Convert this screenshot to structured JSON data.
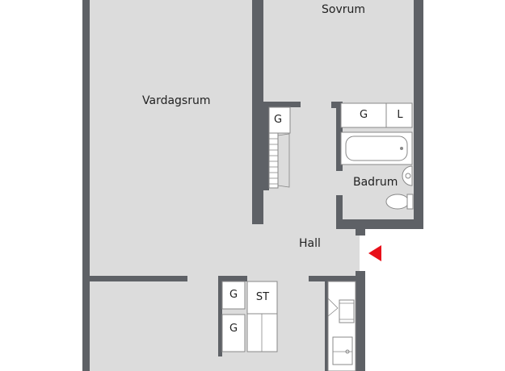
{
  "colors": {
    "floor": "#dcdcdc",
    "wall": "#5e6166",
    "fixture_fill": "#ffffff",
    "fixture_stroke": "#888888",
    "entrance_arrow": "#e8101a",
    "background": "#ffffff"
  },
  "rooms": {
    "vardagsrum": "Vardagsrum",
    "sovrum": "Sovrum",
    "badrum": "Badrum",
    "hall": "Hall"
  },
  "storage": {
    "hall_wardrobe_1": "G",
    "hall_wardrobe_2": "G",
    "hall_cleaning_closet": "ST",
    "bathroom_wardrobe": "G",
    "bathroom_linen": "L",
    "living_wardrobe": "G"
  },
  "icons": {
    "entrance": "entrance-arrow-icon",
    "bathtub": "bathtub-icon",
    "sink": "sink-icon",
    "toilet": "toilet-icon",
    "radiator": "radiator-icon",
    "stove": "stove-icon",
    "kitchen_sink": "kitchen-sink-icon"
  }
}
